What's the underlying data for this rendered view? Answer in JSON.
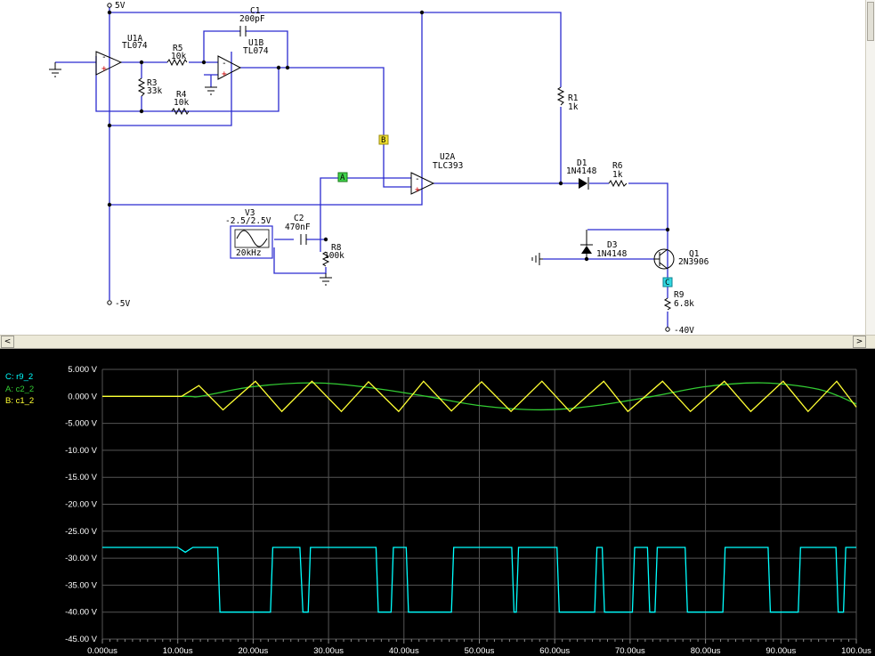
{
  "schematic": {
    "rails": {
      "vplus": "5V",
      "vminus": "-5V",
      "vneg40": "-40V"
    },
    "components": {
      "u1a": {
        "ref": "U1A",
        "part": "TL074"
      },
      "u1b": {
        "ref": "U1B",
        "part": "TL074"
      },
      "u2a": {
        "ref": "U2A",
        "part": "TLC393"
      },
      "c1": {
        "ref": "C1",
        "value": "200pF"
      },
      "c2": {
        "ref": "C2",
        "value": "470nF"
      },
      "r1": {
        "ref": "R1",
        "value": "1k"
      },
      "r3": {
        "ref": "R3",
        "value": "33k"
      },
      "r4": {
        "ref": "R4",
        "value": "10k"
      },
      "r5": {
        "ref": "R5",
        "value": "10k"
      },
      "r6": {
        "ref": "R6",
        "value": "1k"
      },
      "r8": {
        "ref": "R8",
        "value": "100k"
      },
      "r9": {
        "ref": "R9",
        "value": "6.8k"
      },
      "d1": {
        "ref": "D1",
        "part": "1N4148"
      },
      "d3": {
        "ref": "D3",
        "part": "1N4148"
      },
      "q1": {
        "ref": "Q1",
        "part": "2N3906"
      },
      "v3": {
        "ref": "V3",
        "value": "-2.5/2.5V",
        "freq": "20kHz"
      }
    },
    "probes": [
      {
        "id": "A",
        "color": "#3fd24a"
      },
      {
        "id": "B",
        "color": "#f0e030"
      },
      {
        "id": "C",
        "color": "#30d8e0"
      }
    ]
  },
  "scrollbar": {
    "left_arrow": "<",
    "right_arrow": ">"
  },
  "scope": {
    "legend": [
      {
        "label": "C: r9_2",
        "color": "#00ffff"
      },
      {
        "label": "A: c2_2",
        "color": "#33cc33"
      },
      {
        "label": "B: c1_2",
        "color": "#ffff33"
      }
    ],
    "colors": {
      "background": "#000000",
      "grid": "#555555",
      "ramp": "#ffff33",
      "sine": "#33cc33",
      "output": "#00ffff"
    }
  },
  "chart_data": {
    "type": "line",
    "xlabel": "",
    "ylabel": "",
    "xlim": [
      0,
      100
    ],
    "ylim": [
      -45,
      5
    ],
    "x_ticks": [
      "0.000us",
      "10.00us",
      "20.00us",
      "30.00us",
      "40.00us",
      "50.00us",
      "60.00us",
      "70.00us",
      "80.00us",
      "90.00us",
      "100.0us"
    ],
    "y_ticks": [
      "5.000 V",
      "0.000 V",
      "-5.000 V",
      "-10.00 V",
      "-15.00 V",
      "-20.00 V",
      "-25.00 V",
      "-30.00 V",
      "-35.00 V",
      "-40.00 V",
      "-45.00 V"
    ],
    "grid": true,
    "series": [
      {
        "name": "C: r9_2",
        "x": [
          0,
          10,
          11,
          12,
          12.5,
          15.3,
          15.6,
          22.3,
          22.6,
          26.2,
          26.6,
          27.3,
          27.6,
          36.3,
          36.6,
          38.3,
          38.6,
          40.3,
          40.6,
          46.3,
          46.6,
          54.3,
          54.6,
          54.9,
          55.2,
          60.3,
          60.6,
          65.3,
          65.6,
          66.3,
          66.6,
          70.3,
          70.6,
          72.3,
          72.6,
          73.3,
          73.6,
          77.3,
          77.6,
          82.3,
          82.6,
          88.3,
          88.6,
          92.3,
          92.6,
          97.3,
          97.6,
          98.3,
          98.6,
          100
        ],
        "y": [
          -28,
          -28,
          -28.9,
          -28,
          -28,
          -28,
          -40,
          -40,
          -28,
          -28,
          -40,
          -40,
          -28,
          -28,
          -40,
          -40,
          -28,
          -28,
          -40,
          -40,
          -28,
          -28,
          -40,
          -40,
          -28,
          -28,
          -40,
          -40,
          -28,
          -28,
          -40,
          -40,
          -28,
          -28,
          -40,
          -40,
          -28,
          -28,
          -40,
          -40,
          -28,
          -28,
          -40,
          -40,
          -28,
          -28,
          -40,
          -40,
          -28,
          -28
        ]
      },
      {
        "name": "A: c2_2",
        "x": [
          0,
          11,
          13,
          20,
          28,
          35,
          43,
          50,
          58,
          65,
          73,
          80,
          87.5,
          95,
          100
        ],
        "y": [
          0,
          0,
          0,
          1.8,
          2.5,
          1.7,
          0,
          -1.7,
          -2.5,
          -1.8,
          0,
          1.8,
          2.5,
          1.3,
          -1.4
        ]
      },
      {
        "name": "B: c1_2",
        "x": [
          0,
          10.5,
          12.8,
          16,
          20.3,
          23.8,
          27.8,
          31.7,
          35.3,
          39.3,
          42.6,
          46.3,
          50.3,
          54.2,
          58.3,
          62,
          66.5,
          69.7,
          74.3,
          78,
          82.5,
          86,
          90.3,
          93.6,
          97.4,
          100
        ],
        "y": [
          0,
          0,
          2,
          -2.5,
          2.8,
          -2.8,
          2.8,
          -2.8,
          2.7,
          -2.8,
          2.8,
          -2.7,
          2.7,
          -2.8,
          2.8,
          -2.8,
          2.8,
          -2.8,
          2.8,
          -2.8,
          2.8,
          -2.8,
          2.8,
          -2.8,
          2.8,
          -2
        ]
      }
    ]
  }
}
